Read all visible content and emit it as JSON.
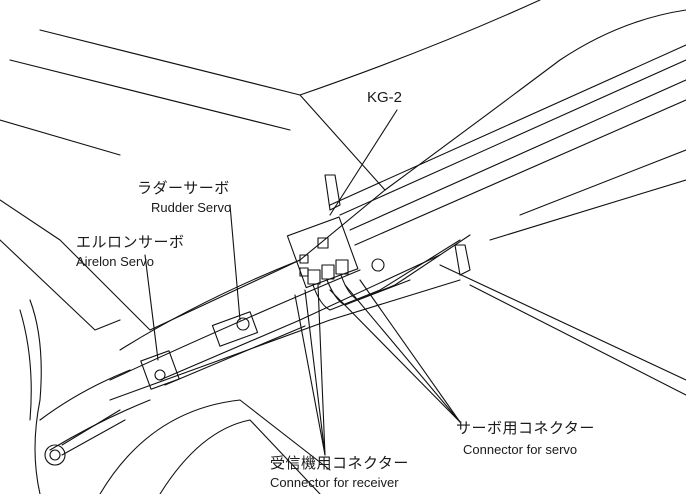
{
  "labels": {
    "kg2": "KG-2",
    "rudder_servo_jp": "ラダーサーボ",
    "rudder_servo_en": "Rudder Servo",
    "aileron_servo_jp": "エルロンサーボ",
    "aileron_servo_en": "Airelon Servo",
    "servo_connector_jp": "サーボ用コネクター",
    "servo_connector_en": "Connector for servo",
    "receiver_connector_jp": "受信機用コネクター",
    "receiver_connector_en": "Connector for receiver"
  }
}
